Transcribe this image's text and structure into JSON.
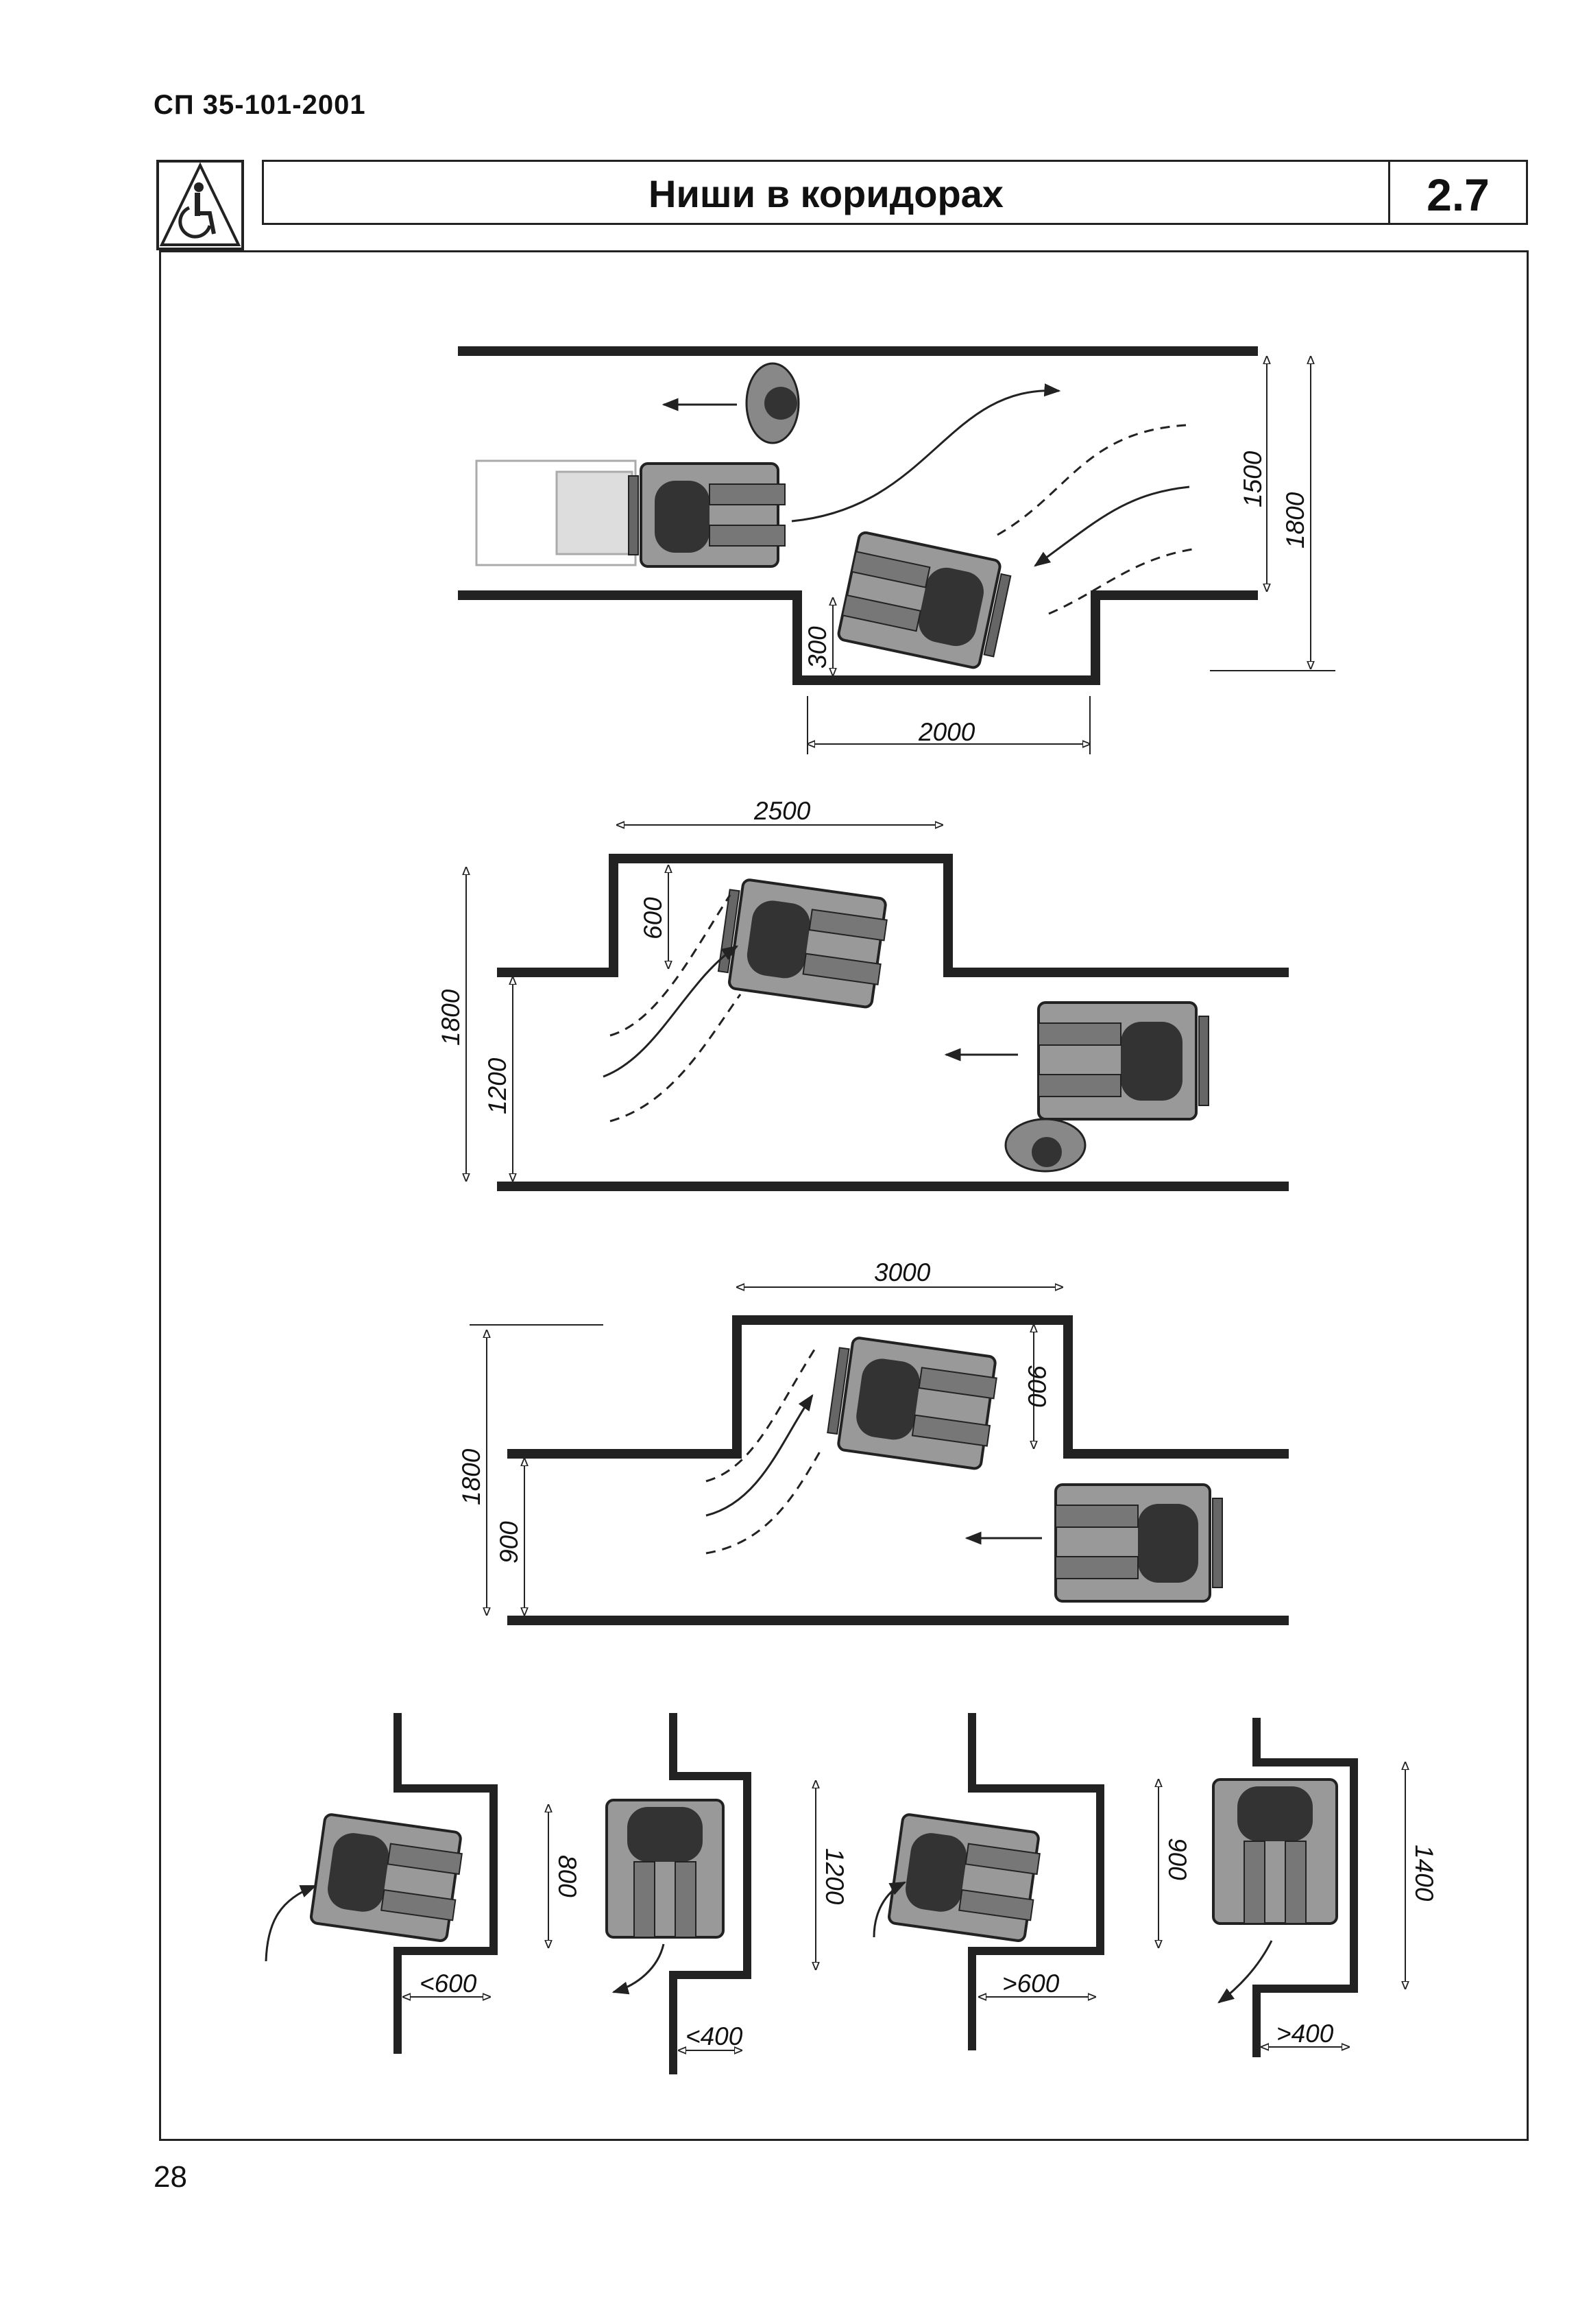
{
  "header": {
    "doc_code": "СП 35-101-2001"
  },
  "title": {
    "text": "Ниши в коридорах",
    "section_number": "2.7"
  },
  "icon": {
    "name": "wheelchair-accessibility-icon"
  },
  "diagrams": {
    "d1": {
      "dim_width": "2000",
      "dim_depth": "300",
      "dim_corridor": "1500",
      "dim_total": "1800"
    },
    "d2": {
      "dim_width": "2500",
      "dim_depth": "600",
      "dim_corridor": "1200",
      "dim_total": "1800"
    },
    "d3": {
      "dim_width": "3000",
      "dim_depth": "900",
      "dim_corridor": "900",
      "dim_total": "1800"
    },
    "d4": [
      {
        "dim_length": "800",
        "dim_opening": "<600"
      },
      {
        "dim_length": "1200",
        "dim_opening": "<400"
      },
      {
        "dim_length": "900",
        "dim_opening": ">600"
      },
      {
        "dim_length": "1400",
        "dim_opening": ">400"
      }
    ]
  },
  "footer": {
    "page_number": "28"
  }
}
